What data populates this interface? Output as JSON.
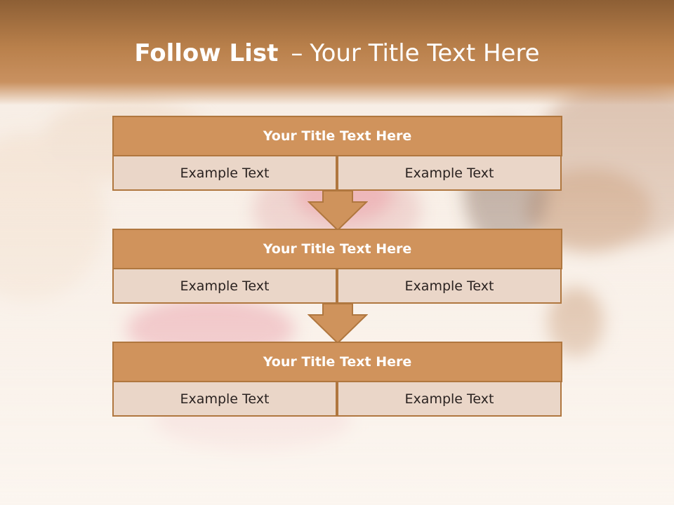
{
  "slide": {
    "title_strong": "Follow List",
    "title_separator": "–",
    "title_rest": "Your Title Text Here"
  },
  "blocks": [
    {
      "title": "Your Title Text Here",
      "left_text": "Example Text",
      "right_text": "Example Text"
    },
    {
      "title": "Your Title Text Here",
      "left_text": "Example Text",
      "right_text": "Example Text"
    },
    {
      "title": "Your Title Text Here",
      "left_text": "Example Text",
      "right_text": "Example Text"
    }
  ],
  "colors": {
    "header_band": "#b9804b",
    "block_head": "#d0935c",
    "block_border": "#b0773f",
    "cell_fill": "#ead6c8",
    "arrow_fill": "#cf935c"
  }
}
